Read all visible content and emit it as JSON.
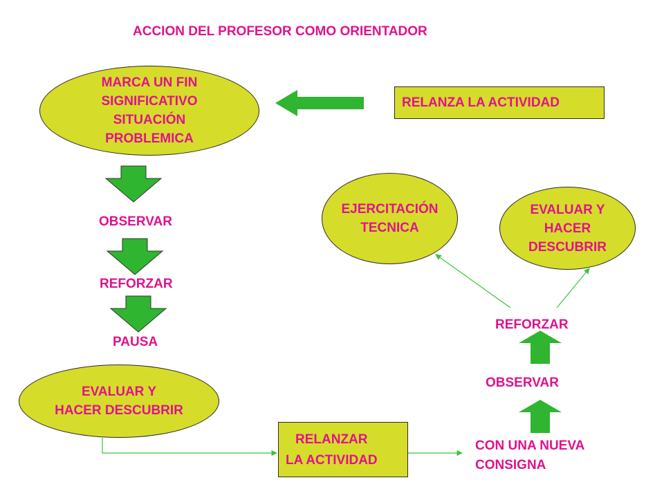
{
  "title": "ACCION DEL PROFESOR COMO ORIENTADOR",
  "nodes": {
    "marca": [
      "MARCA UN FIN",
      "SIGNIFICATIVO",
      "SITUACIÓN",
      "PROBLEMICA"
    ],
    "relanza_top": "RELANZA LA ACTIVIDAD",
    "observar_left": "OBSERVAR",
    "reforzar_left": "REFORZAR",
    "pausa": "PAUSA",
    "evaluar_left": [
      "EVALUAR Y",
      "HACER DESCUBRIR"
    ],
    "relanzar_box": [
      "RELANZAR",
      "LA ACTIVIDAD"
    ],
    "consigna": [
      "CON UNA NUEVA",
      "CONSIGNA"
    ],
    "observar_right": "OBSERVAR",
    "reforzar_right": "REFORZAR",
    "ejercitacion": [
      "EJERCITACIÓN",
      "TECNICA"
    ],
    "evaluar_right": [
      "EVALUAR Y",
      "HACER",
      "DESCUBRIR"
    ]
  },
  "colors": {
    "text": "#e0128c",
    "shape_fill": "#d6dc2a",
    "arrow_fill": "#2fb52f",
    "connector": "#3cc23c"
  }
}
